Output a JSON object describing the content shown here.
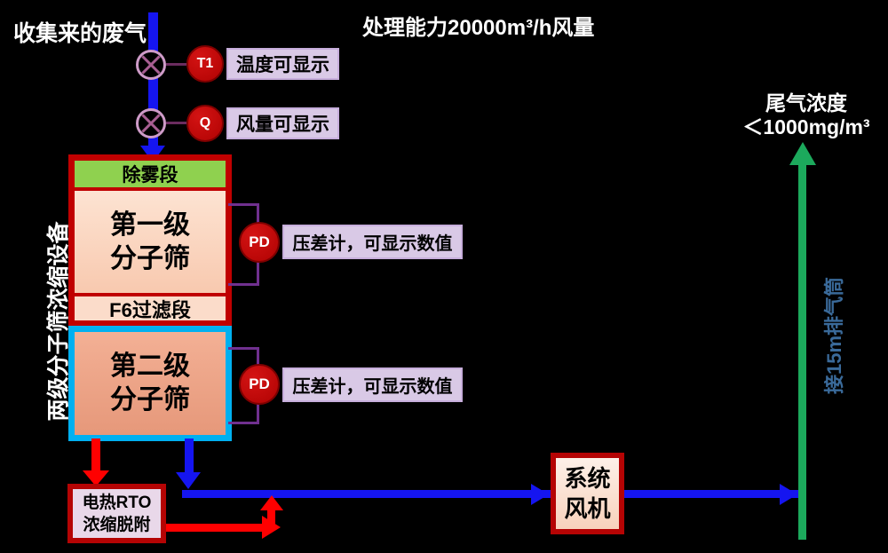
{
  "header": {
    "inlet_label": "收集来的废气",
    "capacity_label": "处理能力20000m³/h风量"
  },
  "sensors": {
    "t1_tag": "T1",
    "t1_label": "温度可显示",
    "q_tag": "Q",
    "q_label": "风量可显示",
    "pd_tag": "PD",
    "pd_label": "压差计，可显示数值"
  },
  "unit": {
    "side_label": "两级分子筛浓缩设备",
    "demister_label": "除雾段",
    "sieve1_line1": "第一级",
    "sieve1_line2": "分子筛",
    "f6_label": "F6过滤段",
    "sieve2_line1": "第二级",
    "sieve2_line2": "分子筛"
  },
  "rto": {
    "line1": "电热RTO",
    "line2": "浓缩脱附"
  },
  "fan": {
    "line1": "系统",
    "line2": "风机"
  },
  "outlet": {
    "concentration_line1": "尾气浓度",
    "concentration_line2": "＜1000mg/m³",
    "stack_label": "接15m排气筒"
  },
  "colors": {
    "pipe_blue": "#1515F0",
    "arrow_red": "#FF0000",
    "stack_green": "#1CA95C",
    "box_border_red": "#C00000",
    "box_border_cyan": "#00B0F0",
    "instrument_red": "#B00202",
    "label_purple_bg": "#D9C9E6",
    "bracket_purple": "#70308F",
    "demister_green": "#8FD14F",
    "background": "#000000"
  }
}
